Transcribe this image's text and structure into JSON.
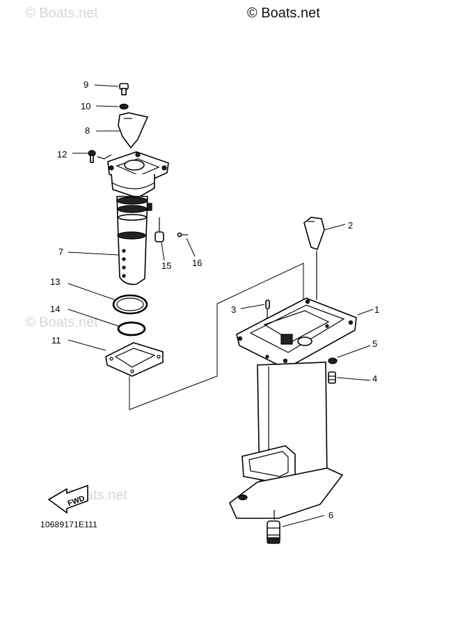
{
  "watermarks": {
    "top_left": "© Boats.net",
    "top_right": "© Boats.net",
    "mid_left": "© Boats.net",
    "bottom_left": "© Boats.net"
  },
  "callouts": [
    "1",
    "2",
    "3",
    "4",
    "5",
    "6",
    "7",
    "8",
    "9",
    "10",
    "11",
    "12",
    "13",
    "14",
    "15",
    "16"
  ],
  "fwd_label": "FWD",
  "diagram_code": "10689171E111"
}
